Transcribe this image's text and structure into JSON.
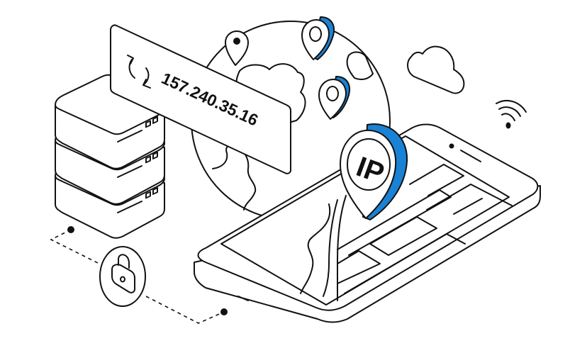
{
  "illustration": {
    "title": "IP address geolocation illustration",
    "ip_address": "157.240.35.16",
    "ip_badge_label": "IP",
    "colors": {
      "accent": "#1a82d4",
      "outline": "#111111",
      "background": "#ffffff"
    },
    "icons": [
      "server-stack-icon",
      "refresh-icon",
      "globe-icon",
      "location-pin-icon",
      "ip-pin-icon",
      "smartphone-icon",
      "map-icon",
      "cloud-icon",
      "wifi-icon",
      "lock-icon"
    ]
  }
}
